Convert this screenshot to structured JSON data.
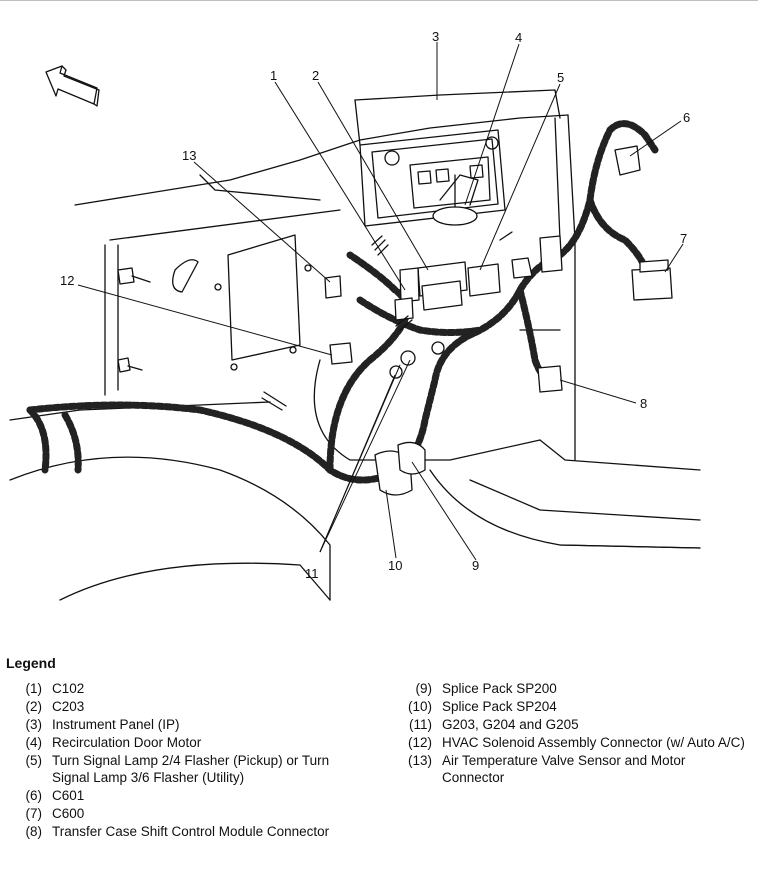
{
  "callouts": [
    "1",
    "2",
    "3",
    "4",
    "5",
    "6",
    "7",
    "8",
    "9",
    "10",
    "11",
    "12",
    "13"
  ],
  "legend": {
    "title": "Legend",
    "left": [
      {
        "num": "(1)",
        "text": "C102"
      },
      {
        "num": "(2)",
        "text": "C203"
      },
      {
        "num": "(3)",
        "text": "Instrument Panel (IP)"
      },
      {
        "num": "(4)",
        "text": "Recirculation Door Motor"
      },
      {
        "num": "(5)",
        "text": "Turn Signal Lamp 2/4 Flasher (Pickup) or Turn Signal Lamp 3/6 Flasher (Utility)"
      },
      {
        "num": "(6)",
        "text": "C601"
      },
      {
        "num": "(7)",
        "text": "C600"
      },
      {
        "num": "(8)",
        "text": "Transfer Case Shift Control Module Connector"
      }
    ],
    "right": [
      {
        "num": "(9)",
        "text": "Splice Pack SP200"
      },
      {
        "num": "(10)",
        "text": "Splice Pack SP204"
      },
      {
        "num": "(11)",
        "text": "G203, G204 and G205"
      },
      {
        "num": "(12)",
        "text": "HVAC Solenoid Assembly Connector (w/ Auto A/C)"
      },
      {
        "num": "(13)",
        "text": "Air Temperature Valve Sensor and Motor Connector"
      }
    ]
  }
}
